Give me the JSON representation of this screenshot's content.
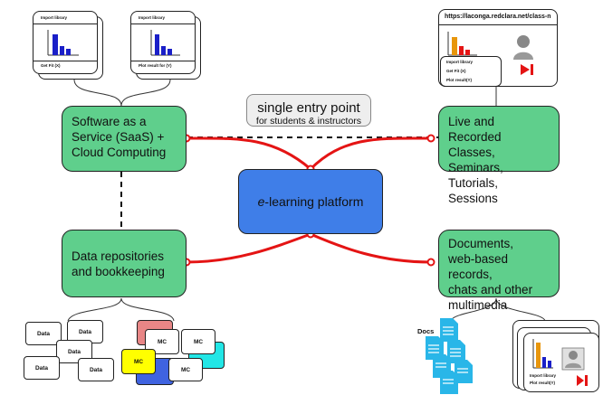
{
  "center": {
    "prefix": "e",
    "text": "-learning platform"
  },
  "entry_point": {
    "title": "single entry point",
    "subtitle": "for students & instructors"
  },
  "nodes": {
    "saas": [
      "Software as a",
      "Service (SaaS) +",
      "Cloud Computing"
    ],
    "live": [
      "Live and Recorded",
      "Classes, Seminars,",
      "Tutorials, Sessions"
    ],
    "data": [
      "Data repositories",
      "and bookkeeping"
    ],
    "docs": [
      "Documents,",
      "web-based records,",
      "chats and other",
      "multimedia"
    ]
  },
  "saas_cards": [
    {
      "top": "Import library",
      "bottom": "Get Fit (X)"
    },
    {
      "top": "Import library",
      "bottom": "Plot result for (Y)"
    }
  ],
  "live_card": {
    "url": "https://laconga.redclara.net/class-n",
    "lines": [
      "Import library",
      "Get Fit (X)",
      "Plot result(Y)"
    ]
  },
  "data_labels": [
    "Data",
    "Data",
    "Data",
    "Data",
    "Data"
  ],
  "mc_labels": [
    "MC",
    "MC",
    "MC",
    "MC"
  ],
  "docs_label": "Docs",
  "docs_card_lines": [
    "Import library",
    "Plot result(Y)"
  ],
  "colors": {
    "green": "#5fcf8c",
    "blue": "#3f7ee8",
    "connector": "#e41414",
    "bar": "#1a1fc8",
    "bar_orange": "#e8960c",
    "docs": "#29b6e8"
  }
}
